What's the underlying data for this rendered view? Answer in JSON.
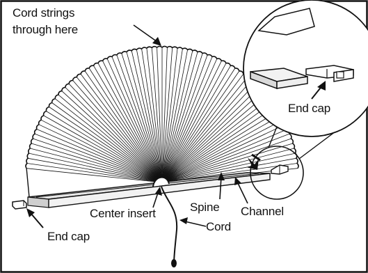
{
  "labels": {
    "cord_strings": [
      "Cord strings",
      "through here"
    ],
    "end_cap_detail": "End cap",
    "center_insert": "Center insert",
    "spine": "Spine",
    "channel": "Channel",
    "cord": "Cord",
    "end_cap_left": "End cap"
  },
  "colors": {
    "line": "#111111",
    "background": "#ffffff",
    "channel_fill": "#d9d9d9"
  }
}
